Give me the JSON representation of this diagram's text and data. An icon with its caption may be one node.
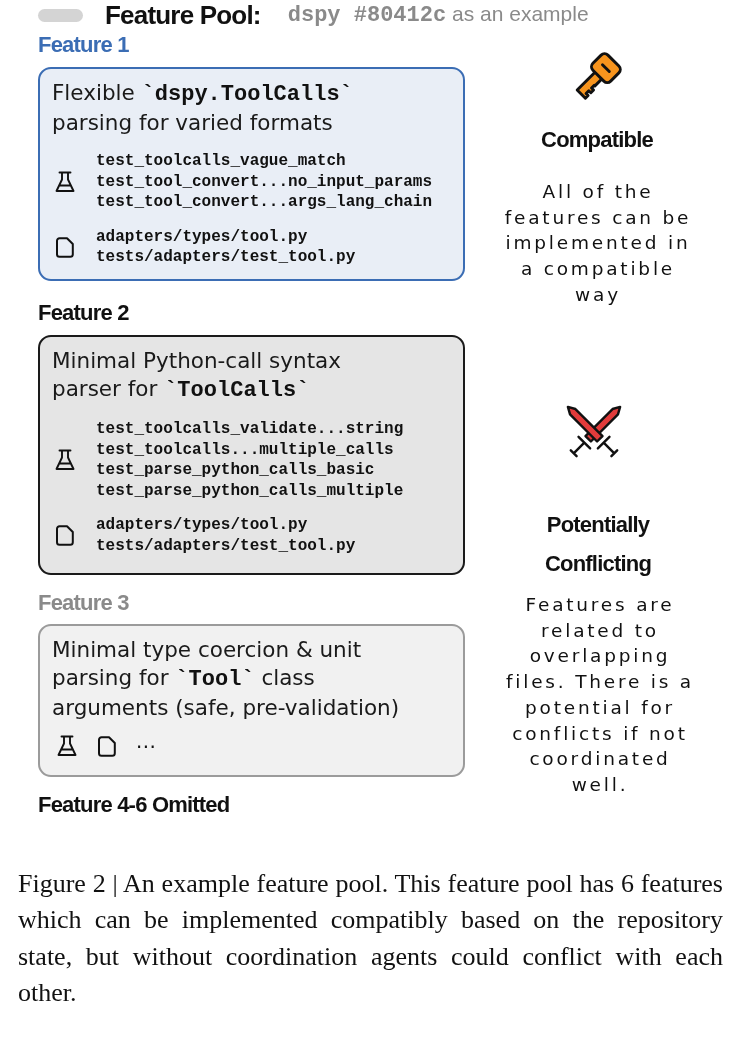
{
  "diagram": {
    "title": "Feature Pool:",
    "nodes": [
      {
        "text": [
          "Feature 1",
          "Flexible **`dspy.ToolCalls`** parsing for varied formats",
          "test_toolcalls_vague_match test_tool_convert...no_input_params test_tool_convert...args_lang_chain",
          "adapters/types/tool.py tests/adapters/test_tool.py"
        ]
      },
      {
        "text": [
          "Feature 2",
          "Minimal Python-call syntax parser for **`ToolCalls`**",
          "test_toolcalls_validate...string test_toolcalls...multiple_calls test_parse_python_calls_basic test_parse_python_calls_multiple",
          "adapters/types/tool.py tests/adapters/test_tool.py"
        ]
      },
      {
        "text": [
          "Feature 3",
          "Minimal type coercion & unit parsing for **`Tool`** class arguments (safe, pre-validation)",
          "⋯"
        ]
      }
    ],
    "labels": [
      "**dspy #80412c** as an example",
      "Feature 4-6 Omitted",
      "Compatible",
      "All of the features can be implemented in a compatible way",
      "Potentially Conflicting",
      "Features are related to overlapping files. There is a potential for conflicts if not coordinated well."
    ],
    "caption": "Figure 2 | An example feature pool. This feature pool has 6 features which can be implemented compatibly based on the repository state, but without coordination agents could conflict with each other."
  }
}
